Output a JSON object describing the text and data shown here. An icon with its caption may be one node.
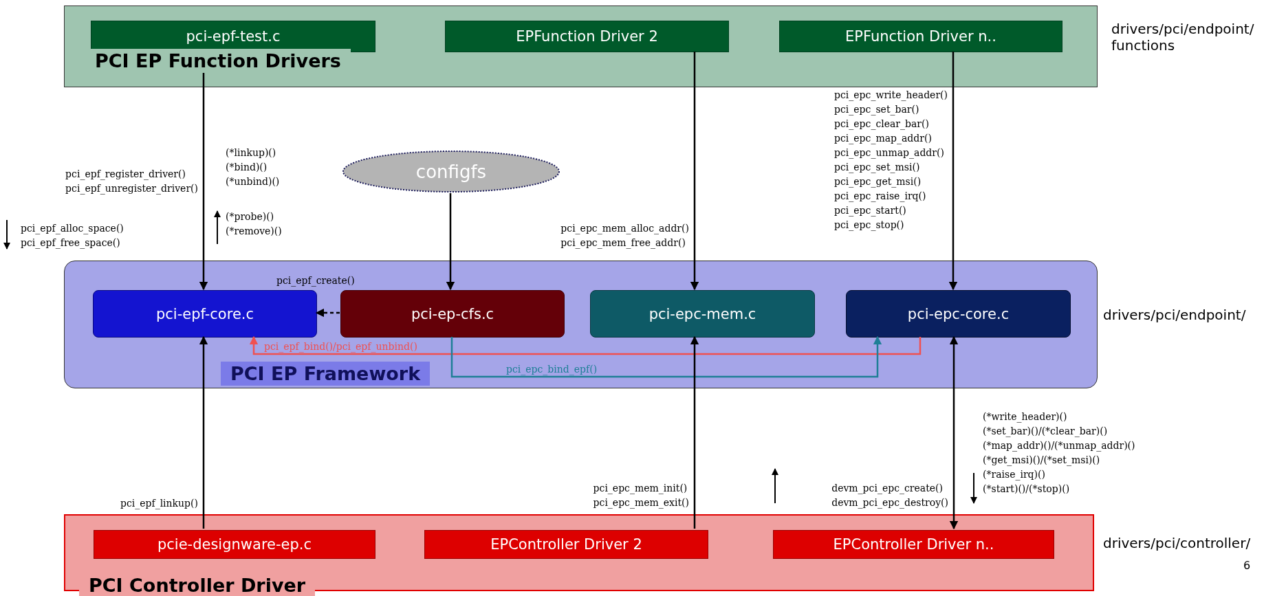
{
  "diagram": {
    "nodes": [
      {
        "text": [
          "PCI EP Function Drivers"
        ],
        "beside": [
          "drivers/pci/endpoint/ functions"
        ]
      },
      {
        "text": [
          "pci-epf-test.c"
        ],
        "in": 0
      },
      {
        "text": [
          "EPFunction Driver 2"
        ],
        "in": 0
      },
      {
        "text": [
          "EPFunction Driver n.."
        ],
        "in": 0
      },
      {
        "text": [
          "PCI EP Framework"
        ],
        "beside": [
          "drivers/pci/endpoint/"
        ]
      },
      {
        "text": [
          "pci-epf-core.c"
        ],
        "in": 4
      },
      {
        "text": [
          "pci-ep-cfs.c"
        ],
        "in": 4
      },
      {
        "text": [
          "pci-epc-mem.c"
        ],
        "in": 4
      },
      {
        "text": [
          "pci-epc-core.c"
        ],
        "in": 4
      },
      {
        "text": [
          "configfs"
        ]
      },
      {
        "text": [
          "PCI Controller Driver"
        ],
        "beside": [
          "drivers/pci/controller/"
        ]
      },
      {
        "text": [
          "pcie-designware-ep.c"
        ],
        "in": 10
      },
      {
        "text": [
          "EPController Driver 2"
        ],
        "in": 10
      },
      {
        "text": [
          "EPController Driver n.."
        ],
        "in": 10
      }
    ],
    "edges": [
      {
        "from": 1,
        "to": 5,
        "arrow": "both",
        "label": "pci_epf_register_driver() pci_epf_unregister_driver()"
      },
      {
        "from": 9,
        "to": 6,
        "arrow": "to"
      },
      {
        "from": 6,
        "to": 5,
        "arrow": "to",
        "style": "dashed",
        "label": "pci_epf_create()"
      },
      {
        "from": 2,
        "to": 7,
        "arrow": "to",
        "label": "pci_epc_mem_alloc_addr() pci_epc_mem_free_addr()"
      },
      {
        "from": 3,
        "to": 8,
        "arrow": "to",
        "label": "pci_epc_write_header() pci_epc_set_bar() pci_epc_clear_bar() pci_epc_map_addr() pci_epc_unmap_addr() pci_epc_set_msi() pci_epc_get_msi() pci_epc_raise_irq() pci_epc_start() pci_epc_stop()"
      },
      {
        "from": 8,
        "to": 5,
        "arrow": "to",
        "color": "#f05050",
        "label": "pci_epf_bind()/pci_epf_unbind()"
      },
      {
        "from": 6,
        "to": 8,
        "arrow": "to",
        "color": "#1e7f96",
        "label": "pci_epc_bind_epf()"
      },
      {
        "from": 11,
        "to": 5,
        "arrow": "to",
        "label": "pci_epf_linkup()"
      },
      {
        "from": 12,
        "to": 7,
        "arrow": "to",
        "label": "pci_epc_mem_init() pci_epc_mem_exit()"
      },
      {
        "from": 8,
        "to": 13,
        "arrow": "both",
        "label": "devm_pci_epc_create() devm_pci_epc_destroy()"
      }
    ],
    "labels": [
      "pci_epf_alloc_space() pci_epf_free_space()",
      "(*linkup)() (*bind)() (*unbind)()",
      "(*probe)() (*remove)()",
      "(*write_header)() (*set_bar)()/(*clear_bar)() (*map_addr)()/(*unmap_addr)() (*get_msi)()/(*set_msi)() (*raise_irq)() (*start)()/(*stop)()",
      "6"
    ]
  }
}
